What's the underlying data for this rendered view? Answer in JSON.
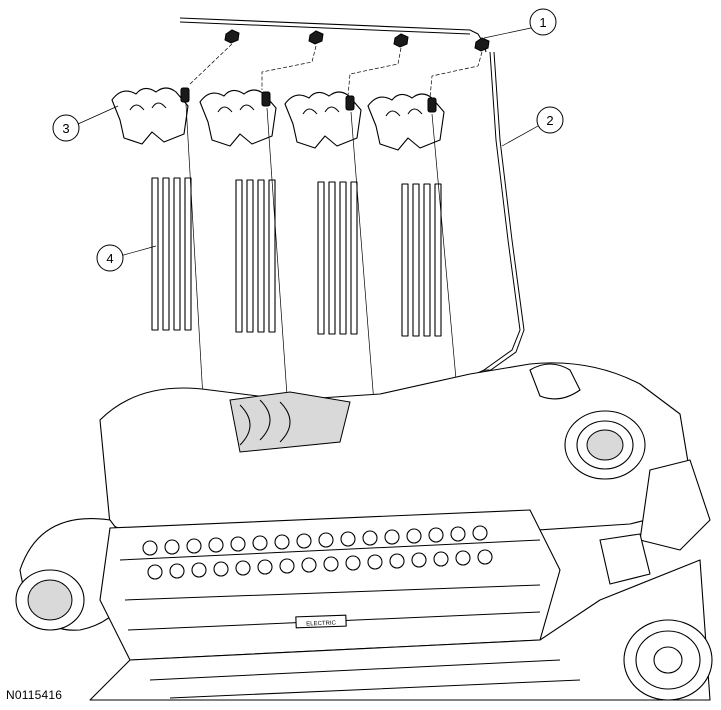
{
  "figure_id": "N0115416",
  "callouts": [
    {
      "label": "1"
    },
    {
      "label": "2"
    },
    {
      "label": "3"
    },
    {
      "label": "4"
    }
  ],
  "engine_plate_text": "ELECTRIC"
}
